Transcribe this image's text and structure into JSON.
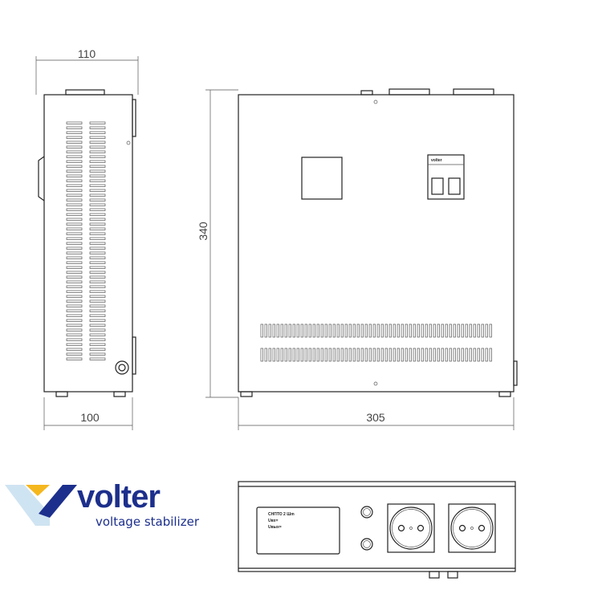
{
  "dimensions": {
    "side_depth_top": "110",
    "side_depth_bottom": "100",
    "height": "340",
    "width": "305"
  },
  "display_lines": [
    "СНПТО 2 Шm",
    "Uвх=",
    "Uвых="
  ],
  "breaker_label": "volter",
  "logo": {
    "brand": "volter",
    "tagline": "voltage stabilizer",
    "colors": {
      "blue": "#1c2f8c",
      "light_blue": "#cfe4f2",
      "yellow": "#f5b71e"
    }
  }
}
